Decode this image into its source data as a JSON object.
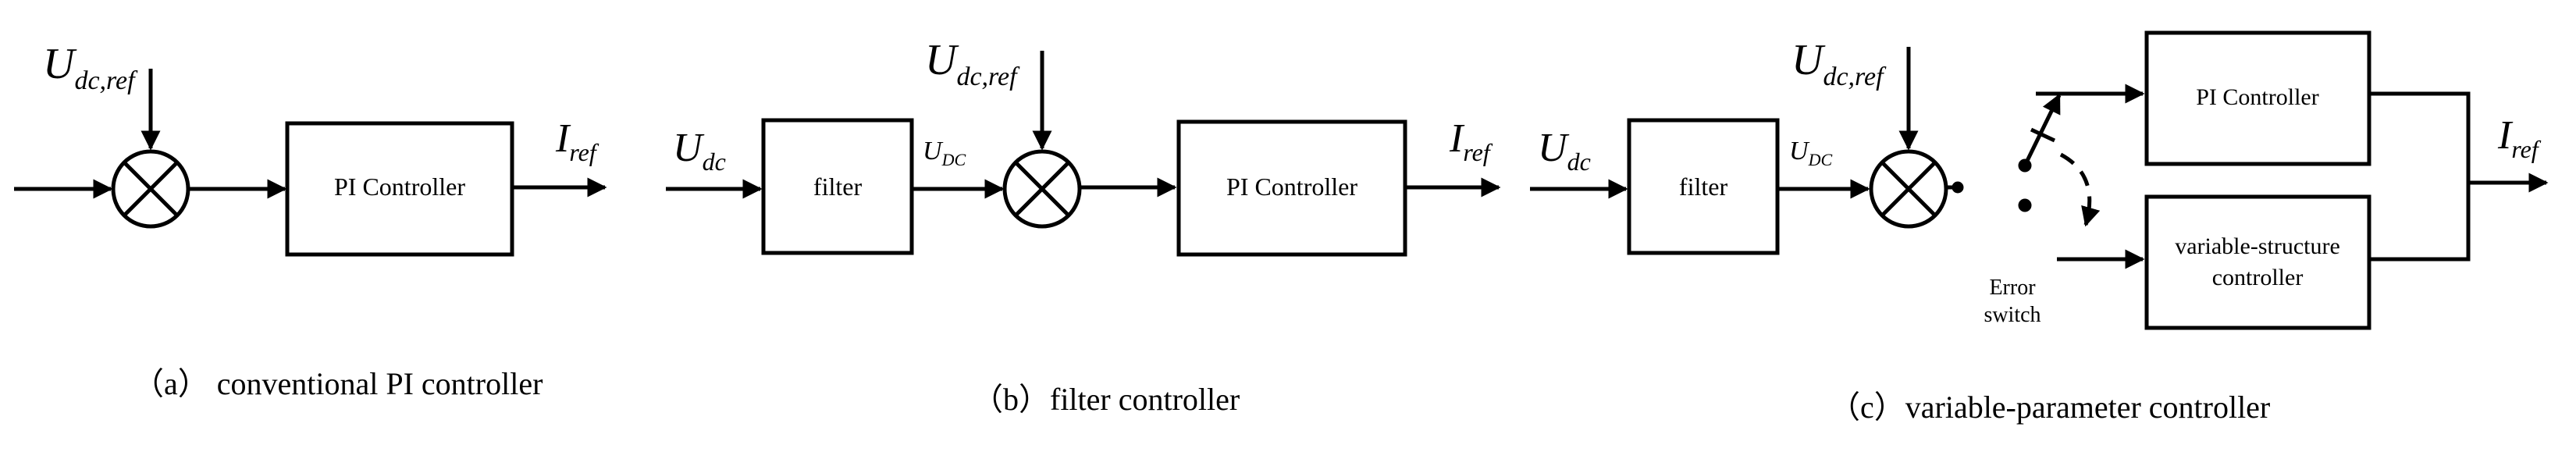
{
  "panel_a": {
    "ref_main": "U",
    "ref_sub": "dc,ref",
    "controller": "PI Controller",
    "out_main": "I",
    "out_sub": "ref",
    "caption": "（a） conventional PI controller"
  },
  "panel_b": {
    "ref_main": "U",
    "ref_sub": "dc,ref",
    "in_main": "U",
    "in_sub": "dc",
    "filter": "filter",
    "mid_main": "U",
    "mid_sub": "DC",
    "controller": "PI Controller",
    "out_main": "I",
    "out_sub": "ref",
    "caption": "（b）filter controller"
  },
  "panel_c": {
    "ref_main": "U",
    "ref_sub": "dc,ref",
    "in_main": "U",
    "in_sub": "dc",
    "filter": "filter",
    "mid_main": "U",
    "mid_sub": "DC",
    "pi_controller": "PI Controller",
    "vs_line1": "variable-structure",
    "vs_line2": "controller",
    "switch_line1": "Error",
    "switch_line2": "switch",
    "out_main": "I",
    "out_sub": "ref",
    "caption": "（c）variable-parameter controller"
  }
}
